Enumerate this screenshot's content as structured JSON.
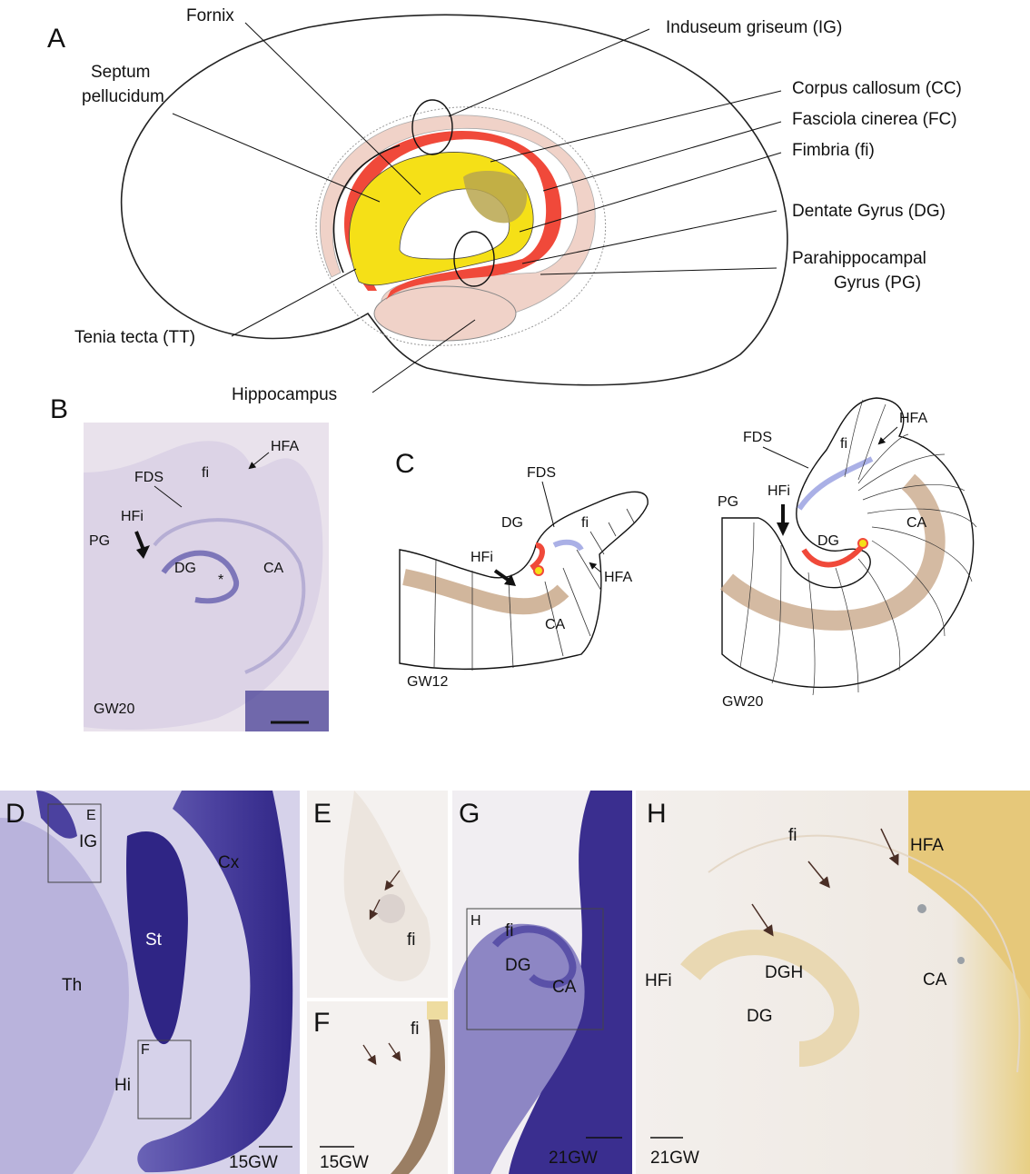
{
  "panels": {
    "A": {
      "letter": "A",
      "labels": {
        "fornix": "Fornix",
        "septum_1": "Septum",
        "septum_2": "pellucidum",
        "induseum": "Induseum griseum (IG)",
        "corpus": "Corpus callosum (CC)",
        "fasciola": "Fasciola cinerea (FC)",
        "fimbria": "Fimbria (fi)",
        "dentate": "Dentate Gyrus (DG)",
        "parahippo_1": "Parahippocampal",
        "parahippo_2": "Gyrus (PG)",
        "tenia": "Tenia tecta (TT)",
        "hippocampus": "Hippocampus"
      }
    },
    "B": {
      "letter": "B",
      "labels": {
        "hfa": "HFA",
        "fi": "fi",
        "fds": "FDS",
        "hfi": "HFi",
        "pg": "PG",
        "dg": "DG",
        "star": "*",
        "ca": "CA",
        "gw": "GW20"
      }
    },
    "C": {
      "letter": "C",
      "left": {
        "fds": "FDS",
        "dg": "DG",
        "fi": "fi",
        "hfi": "HFi",
        "hfa": "HFA",
        "ca": "CA",
        "gw": "GW12"
      },
      "right": {
        "hfa": "HFA",
        "fds": "FDS",
        "fi": "fi",
        "pg": "PG",
        "hfi": "HFi",
        "dg": "DG",
        "ca": "CA",
        "gw": "GW20"
      }
    },
    "D": {
      "letter": "D",
      "labels": {
        "e_box": "E",
        "ig": "IG",
        "cx": "Cx",
        "st": "St",
        "th": "Th",
        "f_box": "F",
        "hi": "Hi",
        "scale": "15GW"
      }
    },
    "E": {
      "letter": "E",
      "labels": {
        "fi": "fi"
      }
    },
    "F": {
      "letter": "F",
      "labels": {
        "fi": "fi",
        "scale": "15GW"
      }
    },
    "G": {
      "letter": "G",
      "labels": {
        "h_box": "H",
        "fi": "fi",
        "dg": "DG",
        "ca": "CA",
        "scale": "21GW"
      }
    },
    "H": {
      "letter": "H",
      "labels": {
        "fi": "fi",
        "hfa": "HFA",
        "hfi": "HFi",
        "dgh": "DGH",
        "dg": "DG",
        "ca": "CA",
        "scale": "21GW"
      }
    }
  },
  "colors": {
    "cc_pink": "#f0d2c8",
    "red": "#f0493a",
    "yellow": "#f5e017",
    "olive": "#b9a64e",
    "nissl": "#3a2e8f",
    "nissl_light": "#8d86c4",
    "histo_bg": "#cfc8e3",
    "tan": "#c9a98b"
  }
}
